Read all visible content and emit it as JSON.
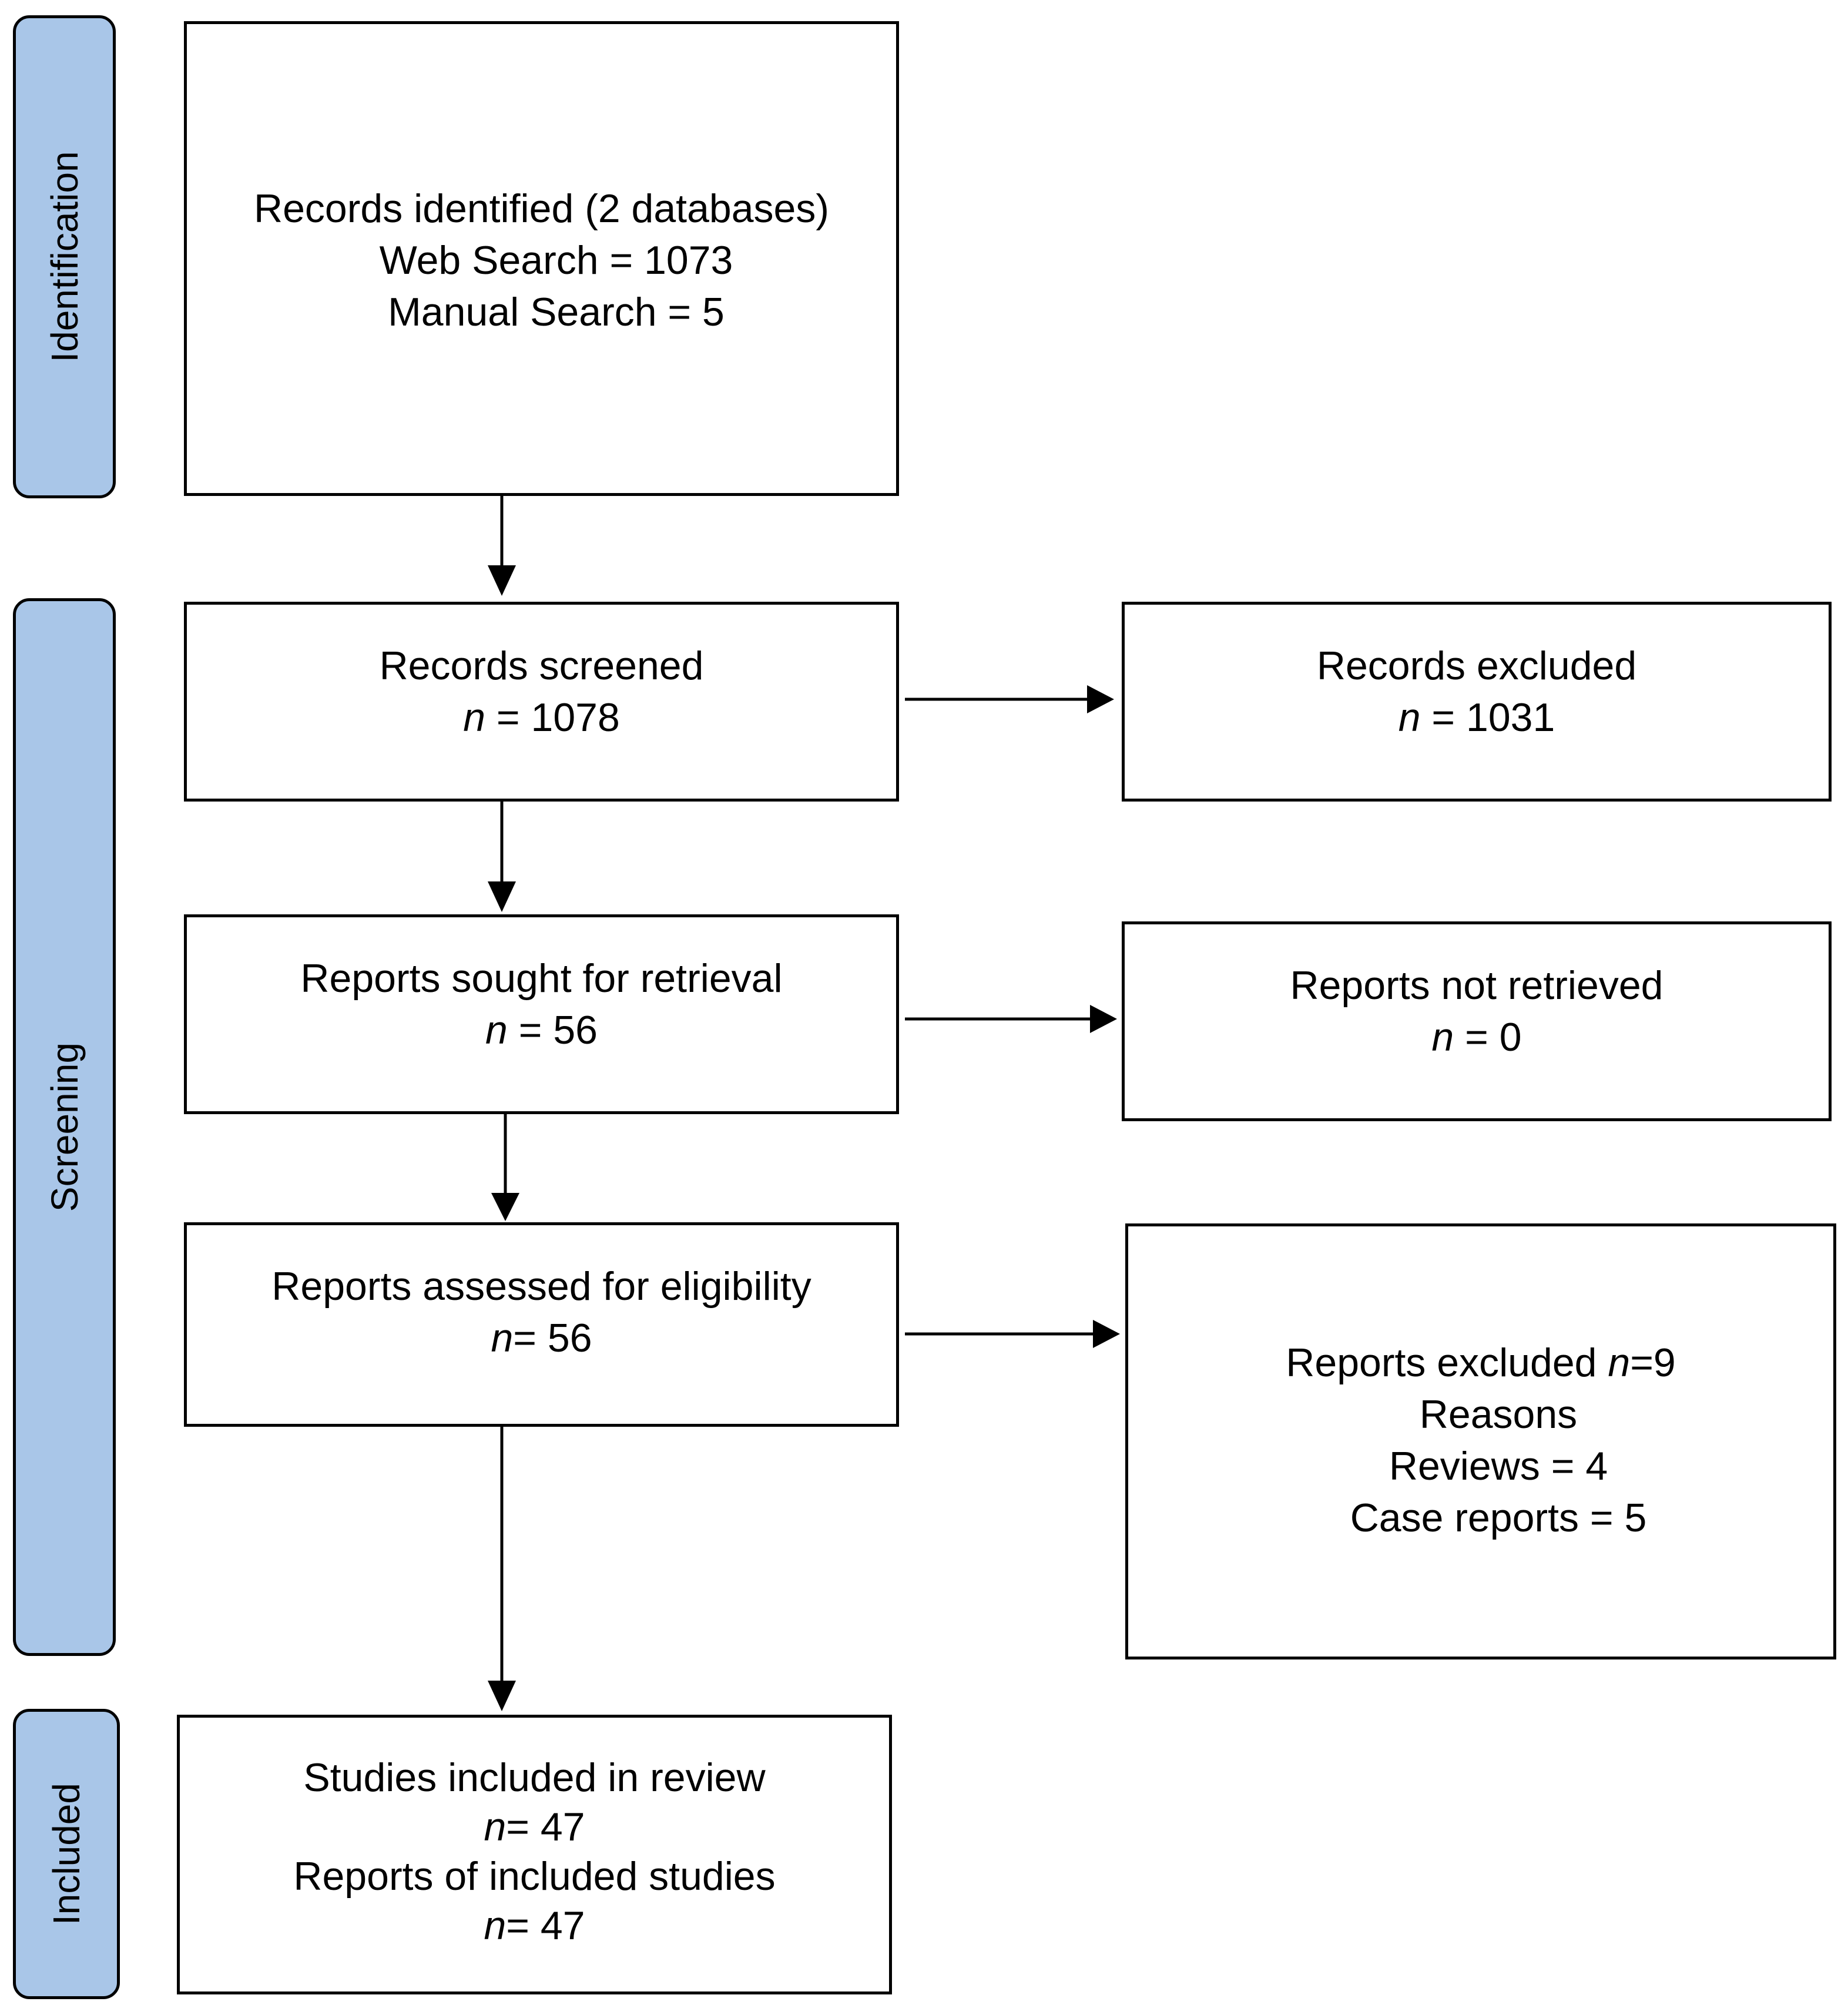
{
  "stages": {
    "identification": "Identification",
    "screening": "Screening",
    "included": "Included"
  },
  "identified": {
    "title": "Records identified (2 databases)",
    "web": "Web Search = 1073",
    "manual": "Manual Search = 5"
  },
  "screened": {
    "title": "Records screened",
    "n_label": "n",
    "value": " = 1078"
  },
  "excluded": {
    "title": "Records excluded",
    "n_label": "n",
    "value": " = 1031"
  },
  "sought": {
    "title": "Reports sought for retrieval",
    "n_label": "n",
    "value": " = 56"
  },
  "not_retrieved": {
    "title": "Reports not retrieved",
    "n_label": "n",
    "value": " = 0"
  },
  "assessed": {
    "title": "Reports assessed for eligibility",
    "n_label": "n",
    "value": "= 56"
  },
  "reports_excluded": {
    "title": "Reports excluded ",
    "n_label": "n",
    "value": "=9",
    "reasons": "Reasons",
    "reviews": "Reviews = 4",
    "case_reports": "Case reports = 5"
  },
  "included": {
    "studies": "Studies included in review",
    "n_label": "n",
    "studies_value": "= 47",
    "reports": "Reports of included studies",
    "reports_n_label": "n",
    "reports_value": "= 47"
  }
}
